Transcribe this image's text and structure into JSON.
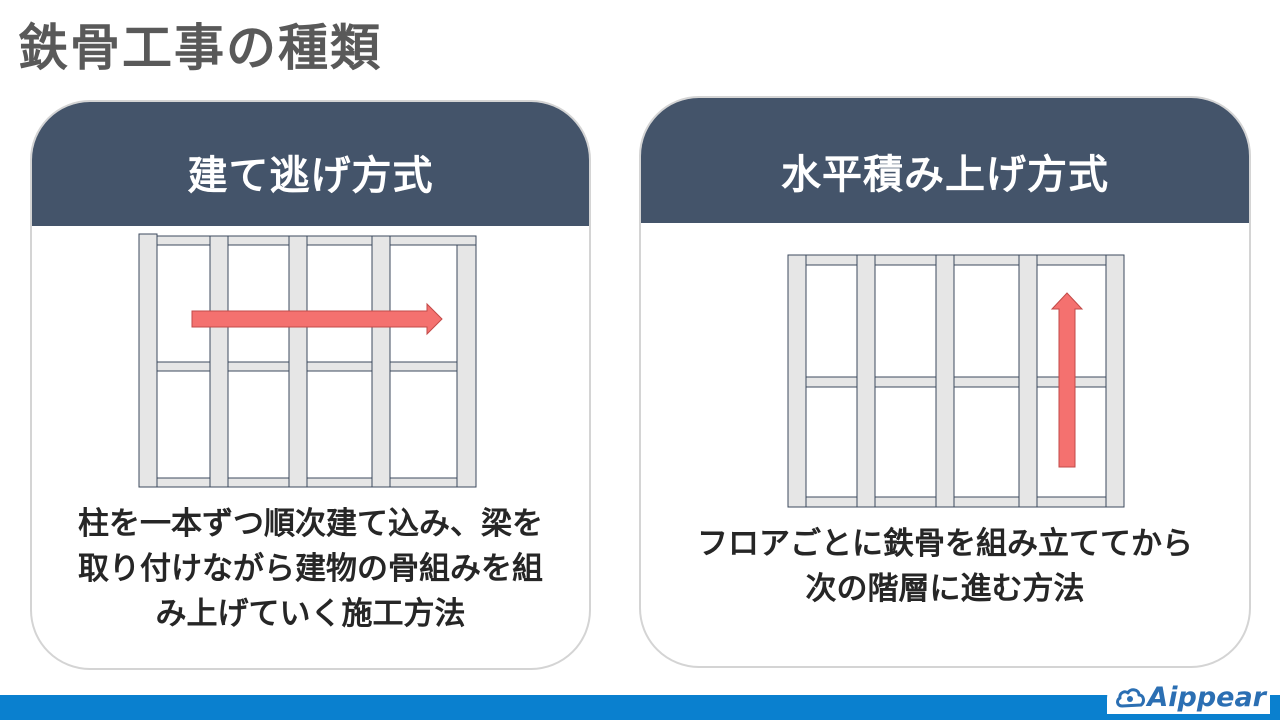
{
  "title": "鉄骨工事の種類",
  "cards": [
    {
      "heading": "建て逃げ方式",
      "description_lines": [
        "柱を一本ずつ順次建て込み、梁を",
        "取り付けながら建物の骨組みを組",
        "み上げていく施工方法"
      ],
      "arrow_direction": "right"
    },
    {
      "heading": "水平積み上げ方式",
      "description_lines": [
        "フロアごとに鉄骨を組み立ててから",
        "次の階層に進む方法"
      ],
      "arrow_direction": "up"
    }
  ],
  "colors": {
    "header": "#44546a",
    "arrow": "#f4716f",
    "beam": "#e6e6e6",
    "beam_outline": "#3c4a5e",
    "bottom_bar": "#0a80cf",
    "brand": "#2b6fb3"
  },
  "brand": {
    "name": "Aippear",
    "icon": "cloud-logo-icon"
  }
}
